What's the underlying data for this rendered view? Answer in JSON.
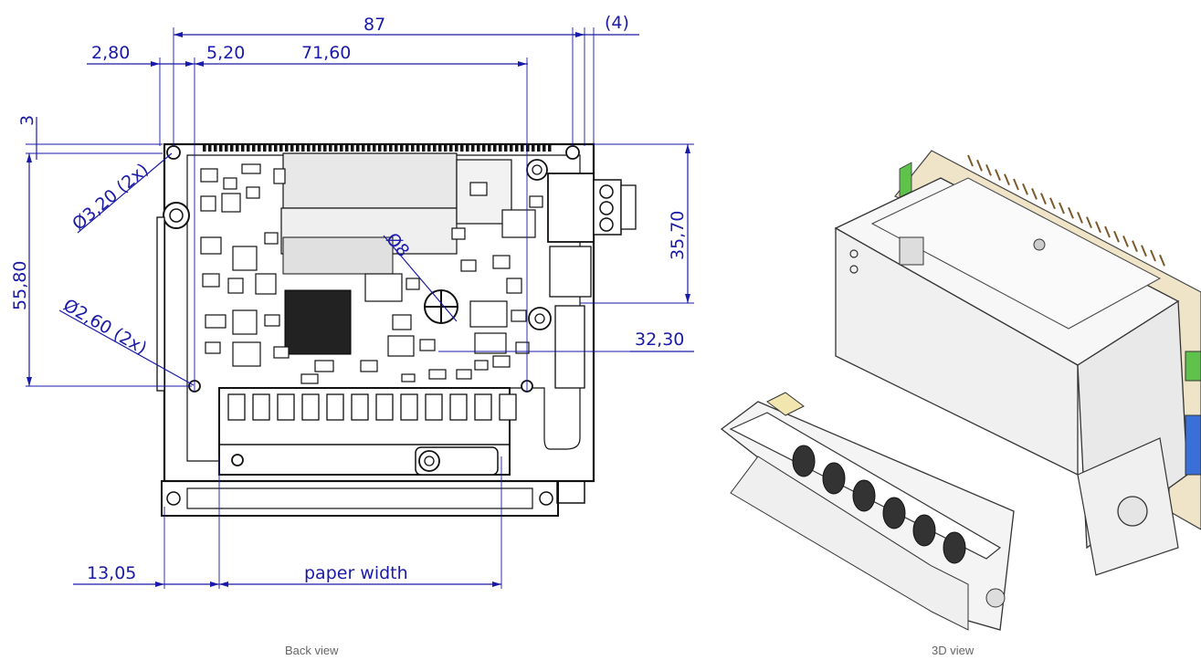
{
  "captions": {
    "back_view": "Back view",
    "view_3d": "3D view"
  },
  "dimensions": {
    "overall_width": "87",
    "connector_width": "(4)",
    "offset_left": "2,80",
    "hole_offset": "5,20",
    "hole_spacing": "71,60",
    "top_margin": "3",
    "overall_height": "55,80",
    "upper_height": "35,70",
    "lower_height": "32,30",
    "hole_diameter_upper": "Ø3,20 (2x)",
    "hole_diameter_lower": "Ø2,60 (2x)",
    "knob_diameter": "Ø8",
    "paper_offset": "13,05",
    "paper_width": "paper width"
  },
  "colors": {
    "dimension": "#1a1aa8",
    "outline": "#111111",
    "beige": "#efe3c8",
    "green": "#5fc24a",
    "blue": "#3a6fd8",
    "caption": "#666666"
  }
}
